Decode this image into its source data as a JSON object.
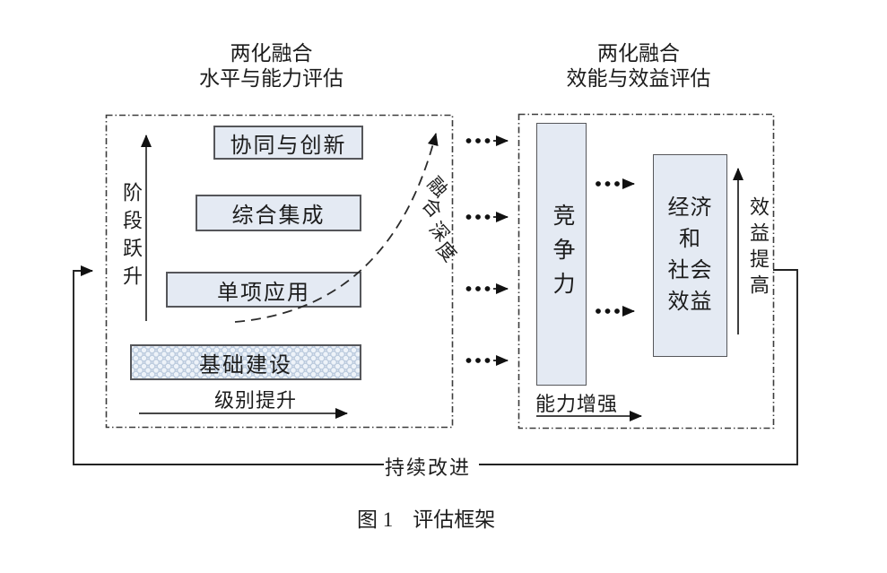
{
  "colors": {
    "background": "#ffffff",
    "box_fill": "#e4eaf3",
    "box_border": "#55565a",
    "hatch_dot": "#bccbde",
    "line": "#2b2b2b",
    "text": "#1c1c1c"
  },
  "left_panel": {
    "title": [
      "两化融合",
      "水平与能力评估"
    ],
    "y_axis": "阶段跃升",
    "x_axis": "级别提升",
    "stages": [
      "协同与创新",
      "综合集成",
      "单项应用",
      "基础建设"
    ],
    "curve_label": "融合深度",
    "curve_label_chars": [
      "融",
      "合",
      "深",
      "度"
    ]
  },
  "right_panel": {
    "title": [
      "两化融合",
      "效能与效益评估"
    ],
    "competitiveness": "竞争力",
    "benefit_lines": [
      "经济",
      "和",
      "社会",
      "效益"
    ],
    "benefit_arrow": "效益提高",
    "x_axis": "能力增强"
  },
  "feedback": "持续改进",
  "caption": {
    "fig_no": "图 1",
    "text": "评估框架"
  }
}
